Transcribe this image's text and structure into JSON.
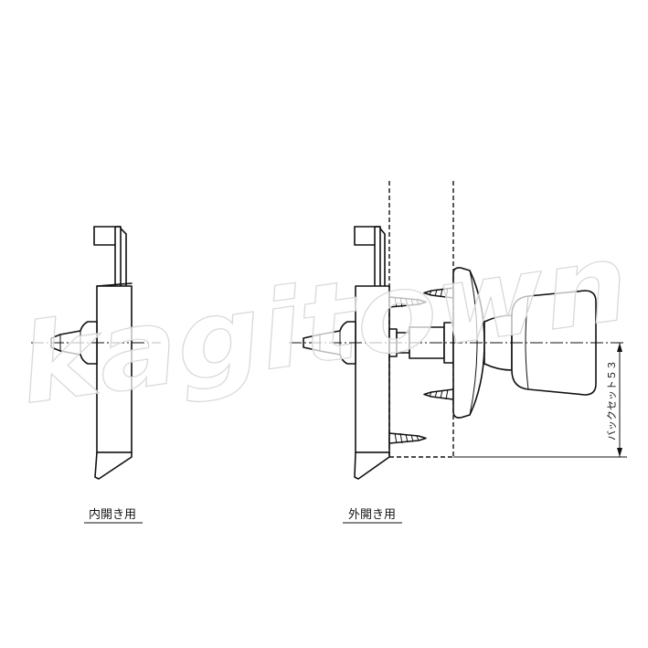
{
  "captions": {
    "inward": "内開き用",
    "outward": "外開き用"
  },
  "dimension": {
    "label": "バックセット５３"
  },
  "watermark": {
    "text": "kagitown"
  },
  "colors": {
    "line": "#111111",
    "background": "#ffffff",
    "watermark_outline": "#d8d8d8"
  }
}
